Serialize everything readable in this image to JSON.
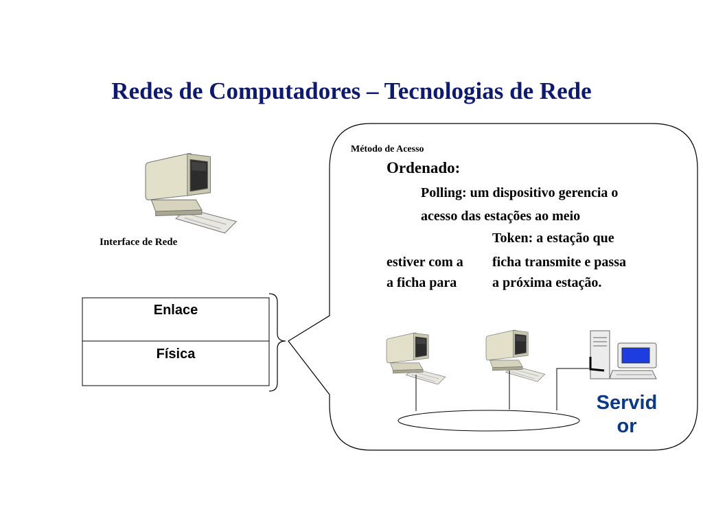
{
  "title": "Redes de Computadores – Tecnologias de Rede",
  "access_method": {
    "label": "Método de Acesso",
    "heading": "Ordenado:",
    "polling_line1": "Polling: um dispositivo gerencia o",
    "polling_line2": "acesso das estações ao meio",
    "token_line1": "Token: a estação que",
    "token_left": "estiver com a\na ficha para",
    "token_right": "ficha transmite e passa\na próxima estação."
  },
  "nic_label": "Interface de Rede",
  "layers": [
    "Enlace",
    "Física"
  ],
  "server_label": "Servid or",
  "colors": {
    "title": "#0d1a6e",
    "server_label": "#0a3a86",
    "monitor_screen": "#2c2c2c",
    "server_screen": "#1e3de0",
    "computer_body": "#e2e0c8"
  },
  "icons": [
    "desktop-computer-icon",
    "server-computer-icon"
  ]
}
